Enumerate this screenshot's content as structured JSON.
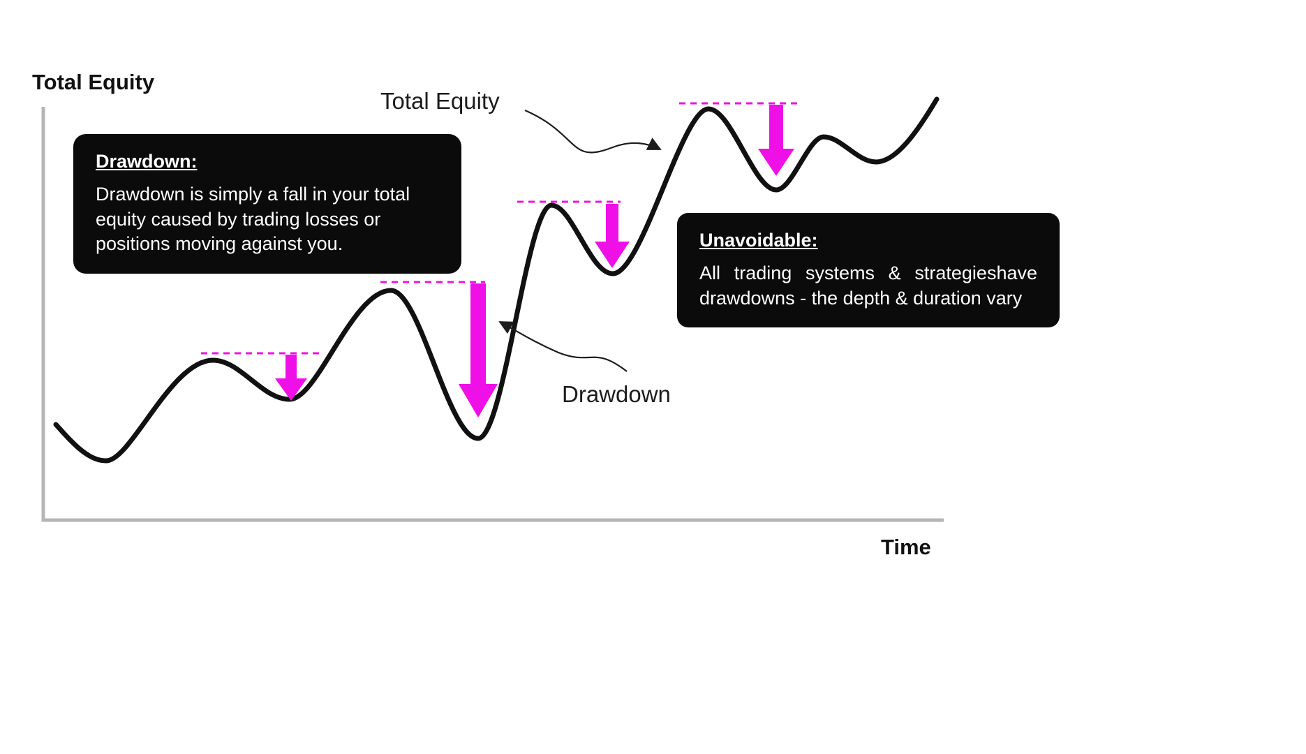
{
  "chart": {
    "y_axis_label": "Total Equity",
    "x_axis_label": "Time",
    "curve_label": "Total Equity",
    "drawdown_label": "Drawdown",
    "colors": {
      "curve": "#111111",
      "axis": "#b5b5b5",
      "accent": "#ee10e6",
      "callout_bg": "#0b0b0b",
      "callout_text": "#ffffff",
      "ink": "#1c1c1c"
    }
  },
  "callouts": [
    {
      "title": "Drawdown:",
      "body": "Drawdown is simply a fall in your total equity caused by trading losses or positions moving against you."
    },
    {
      "title": "Unavoidable:",
      "body": "All trading systems & strategieshave drawdowns - the depth & duration vary"
    }
  ]
}
